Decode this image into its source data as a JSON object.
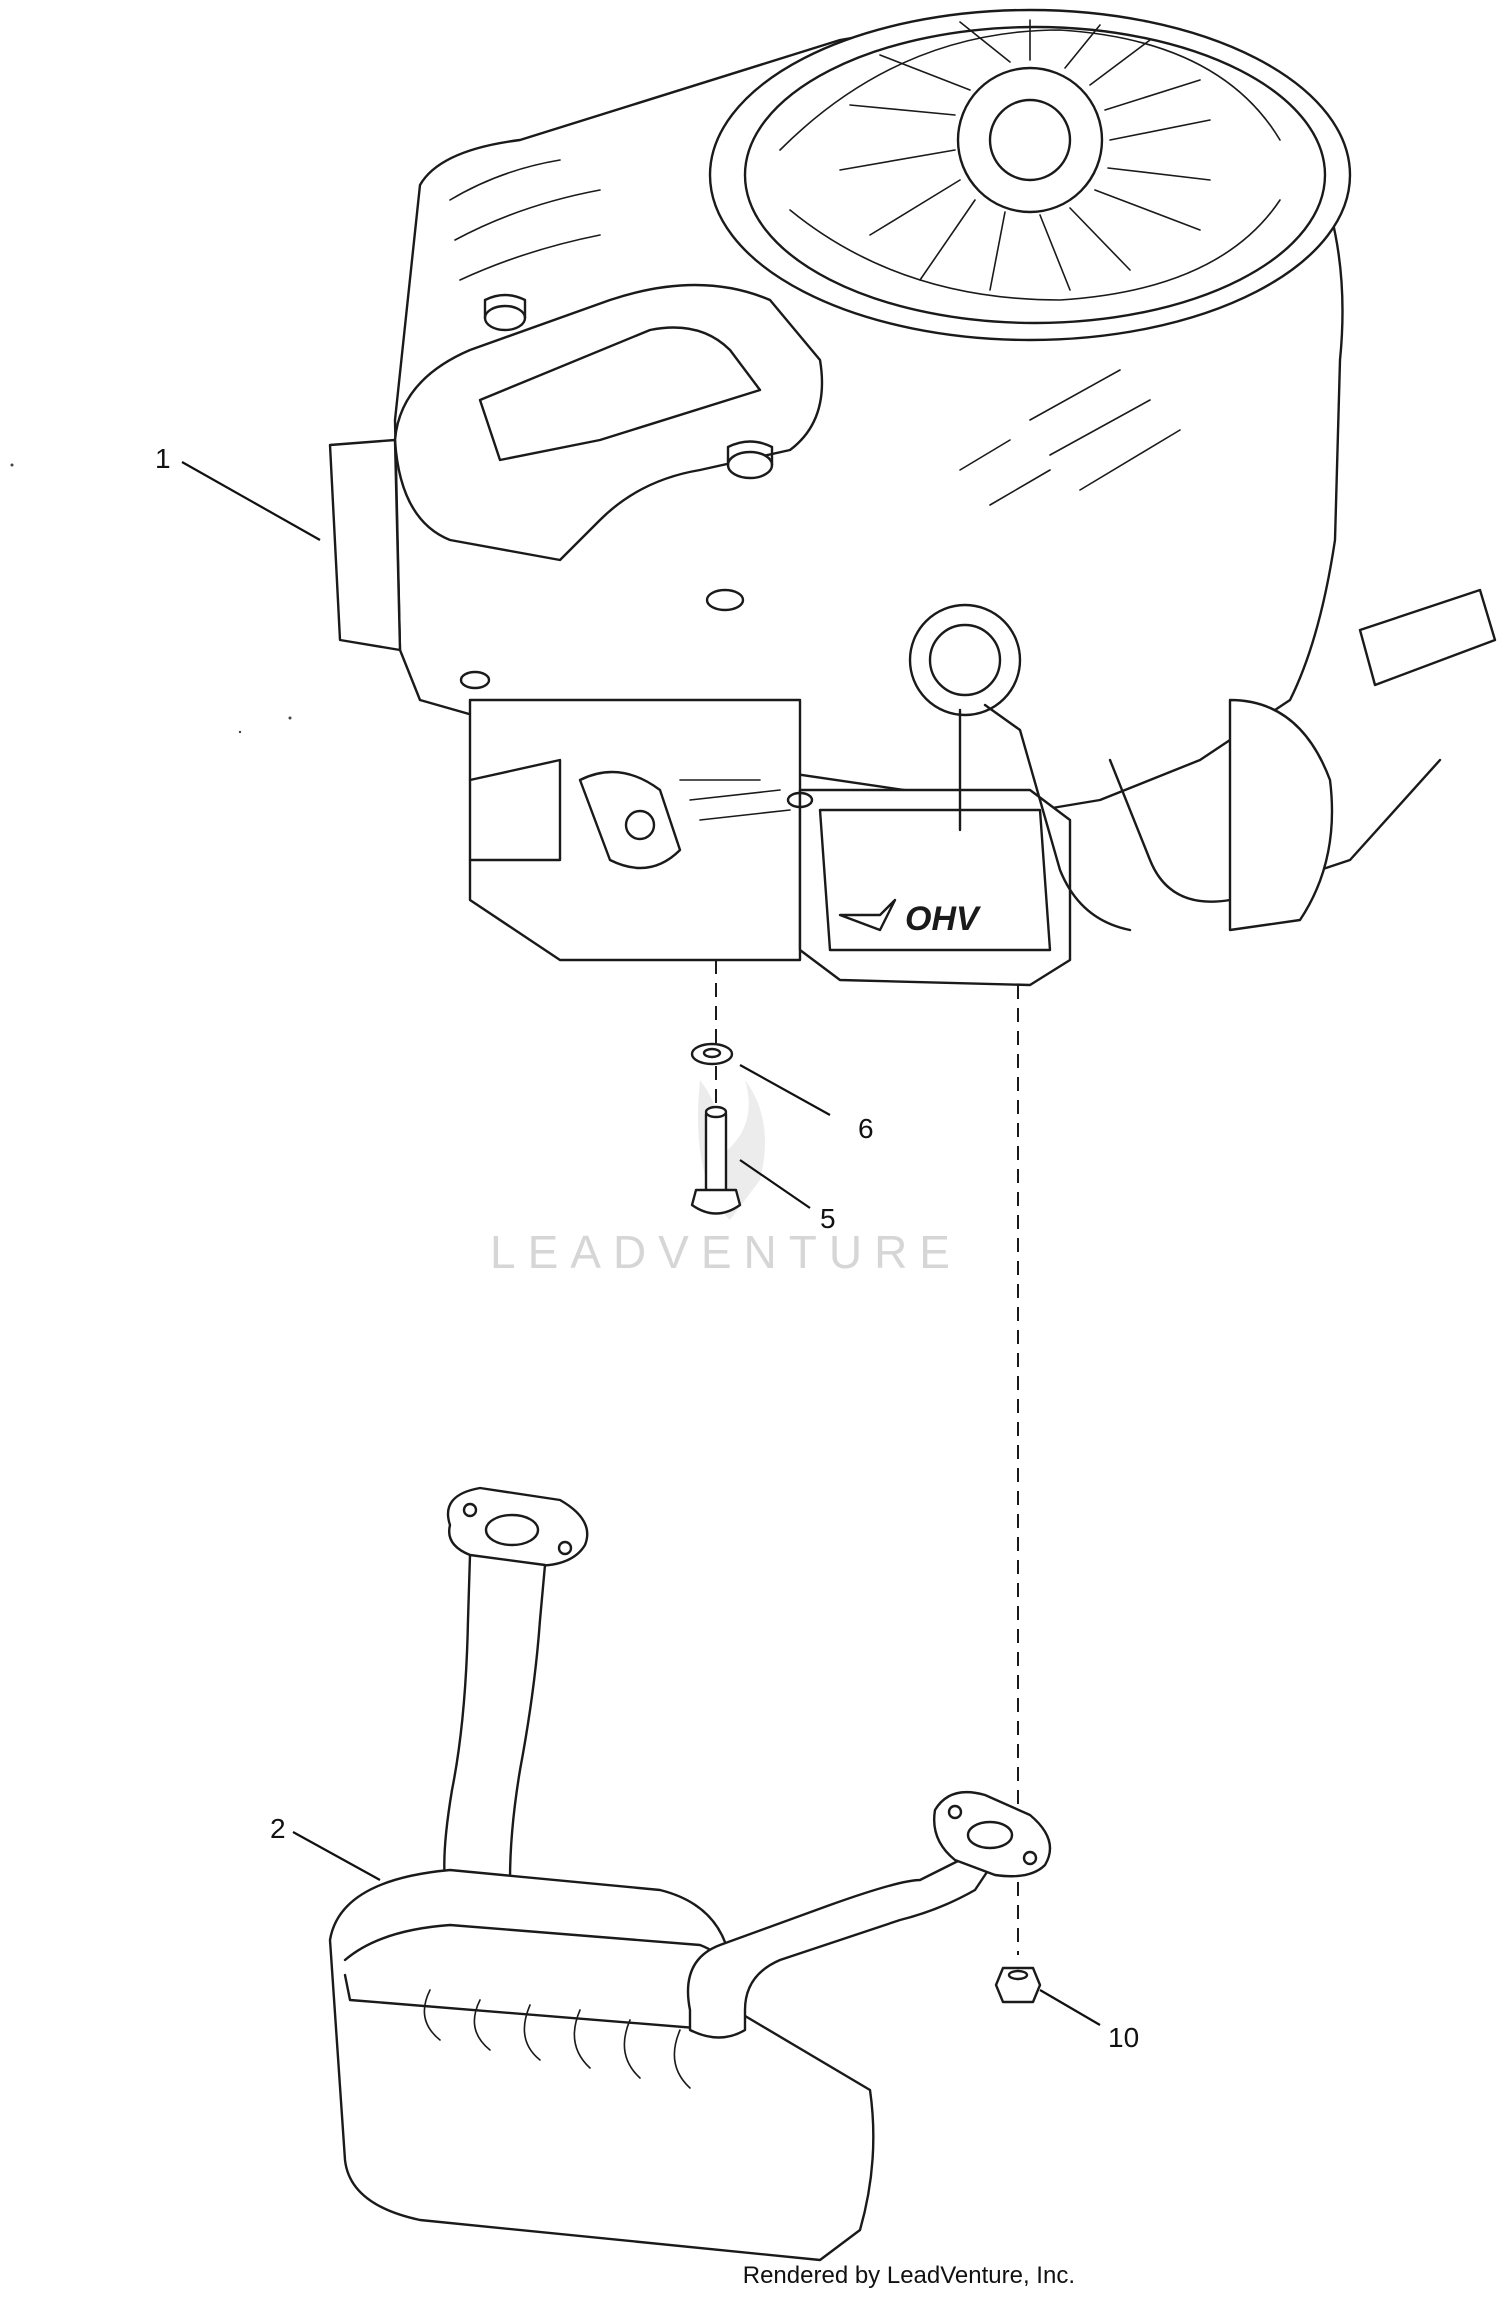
{
  "diagram": {
    "callouts": [
      {
        "id": "1",
        "label": "1"
      },
      {
        "id": "2",
        "label": "2"
      },
      {
        "id": "5",
        "label": "5"
      },
      {
        "id": "6",
        "label": "6"
      },
      {
        "id": "10",
        "label": "10"
      }
    ],
    "engine_brand_text": "OHV",
    "watermark": "LEADVENTURE",
    "footer": "Rendered by LeadVenture, Inc."
  }
}
